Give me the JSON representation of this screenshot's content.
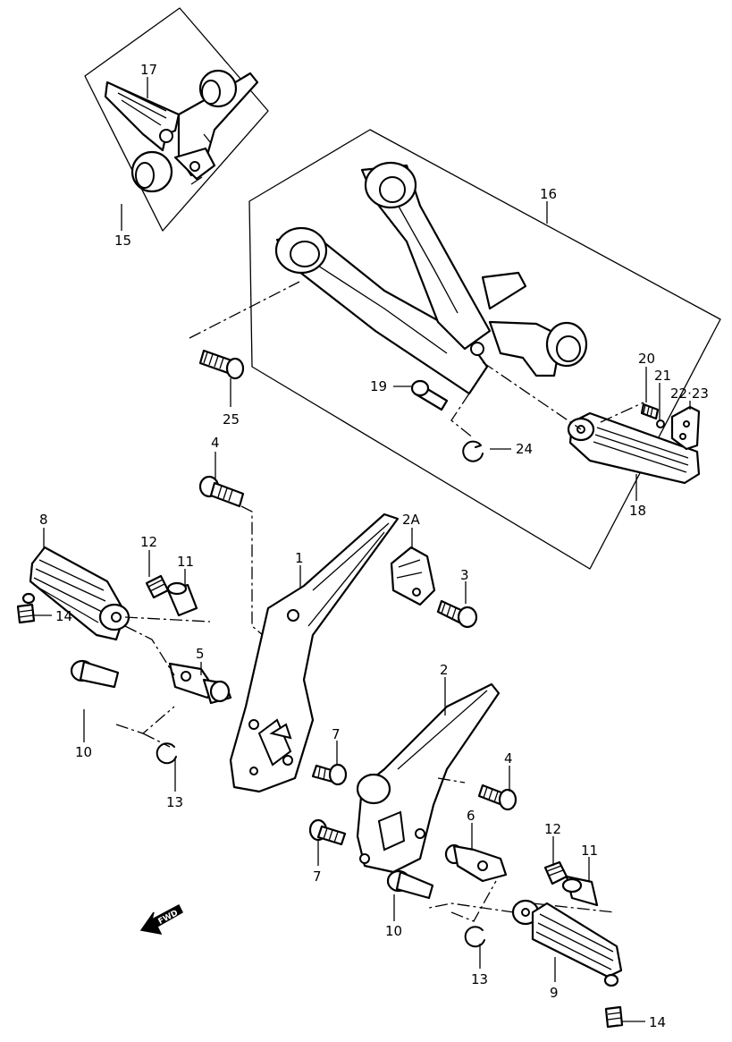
{
  "callouts": {
    "c1": "1",
    "c2": "2",
    "c2a": "2A",
    "c3": "3",
    "c4a": "4",
    "c4b": "4",
    "c5": "5",
    "c6": "6",
    "c7a": "7",
    "c7b": "7",
    "c8": "8",
    "c9": "9",
    "c10a": "10",
    "c10b": "10",
    "c11a": "11",
    "c11b": "11",
    "c12a": "12",
    "c12b": "12",
    "c13a": "13",
    "c13b": "13",
    "c14a": "14",
    "c14b": "14",
    "c15": "15",
    "c16": "16",
    "c17": "17",
    "c18": "18",
    "c19": "19",
    "c20": "20",
    "c21": "21",
    "c2223": "22·23",
    "c24": "24",
    "c25": "25"
  },
  "fwd_arrow": {
    "text": "FWD",
    "icon": "forward-direction-arrow-icon"
  }
}
